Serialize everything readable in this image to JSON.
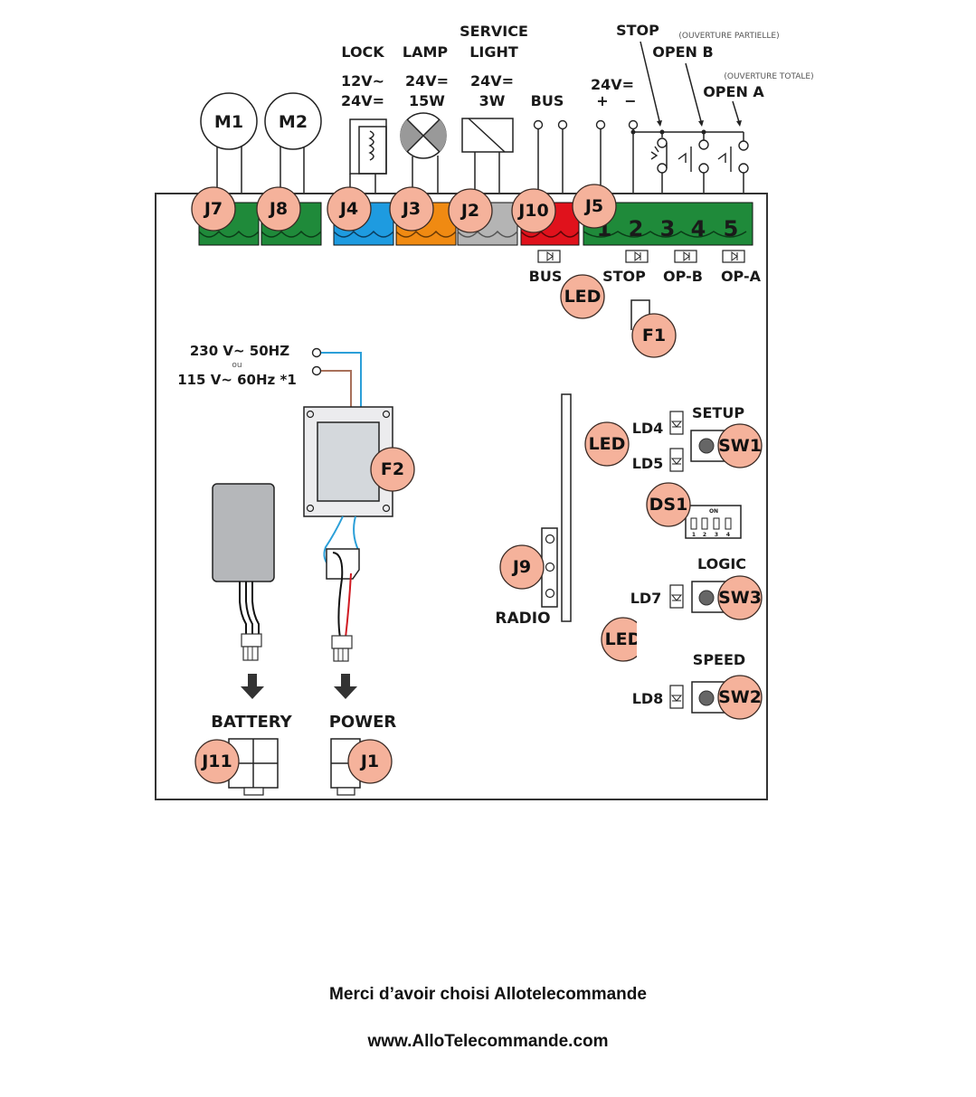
{
  "devices": {
    "m1": "M1",
    "m2": "M2",
    "lock": {
      "title": "LOCK",
      "v1": "12V~",
      "v2": "24V="
    },
    "lamp": {
      "title": "LAMP",
      "v1": "24V=",
      "v2": "15W"
    },
    "service_light": {
      "title1": "SERVICE",
      "title2": "LIGHT",
      "v1": "24V=",
      "v2": "3W"
    },
    "bus": "BUS",
    "supply_24v": {
      "label": "24V=",
      "plus": "+",
      "minus": "−"
    },
    "stop": "STOP",
    "open_b": {
      "label": "OPEN B",
      "note": "(OUVERTURE PARTIELLE)"
    },
    "open_a": {
      "label": "OPEN A",
      "note": "(OUVERTURE TOTALE)"
    }
  },
  "connectors": {
    "j7": "J7",
    "j8": "J8",
    "j4": "J4",
    "j3": "J3",
    "j2": "J2",
    "j10": "J10",
    "j5": "J5",
    "j5_pins": [
      "1",
      "2",
      "3",
      "4",
      "5"
    ],
    "j9": "J9",
    "j11": "J11",
    "j1": "J1"
  },
  "connector_colors": {
    "j7": "#1f8a3a",
    "j8": "#1f8a3a",
    "j4": "#1e9be0",
    "j3": "#f08a12",
    "j2": "#b4b4b4",
    "j10": "#e0121c",
    "j5": "#1f8a3a"
  },
  "leds_top": [
    "BUS",
    "STOP",
    "OP-B",
    "OP-A"
  ],
  "badges": {
    "led": "LED",
    "f1": "F1",
    "f2": "F2",
    "ds1": "DS1",
    "sw1": "SW1",
    "sw2": "SW2",
    "sw3": "SW3"
  },
  "mains": {
    "line1": "230 V~ 50HZ",
    "or": "ou",
    "line2": "115 V~ 60Hz *1"
  },
  "indicators": {
    "ld4": "LD4",
    "ld5": "LD5",
    "ld7": "LD7",
    "ld8": "LD8"
  },
  "switches": {
    "setup": "SETUP",
    "logic": "LOGIC",
    "speed": "SPEED"
  },
  "dip": {
    "on": "ON",
    "positions": [
      "1",
      "2",
      "3",
      "4"
    ]
  },
  "radio": "RADIO",
  "battery": "BATTERY",
  "power": "POWER",
  "footer": {
    "thanks": "Merci d’avoir choisi Allotelecommande",
    "url": "www.AlloTelecommande.com"
  }
}
